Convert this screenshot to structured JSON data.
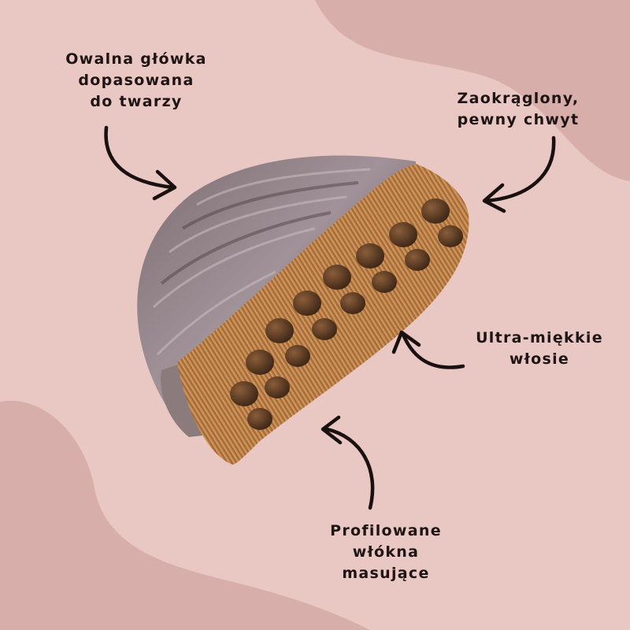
{
  "colors": {
    "background": "#e9c7c3",
    "blob": "#d7aeaa",
    "text": "#1f1414",
    "arrow": "#1a1010",
    "handle": "#6e5f64",
    "bristles": "#b37a45",
    "nubs": "#5b3a22"
  },
  "callouts": {
    "oval_head": [
      "Owalna główka",
      "dopasowana",
      "do twarzy"
    ],
    "grip": [
      "Zaokrąglony,",
      "pewny chwyt"
    ],
    "soft_bristles": [
      "Ultra-miękkie",
      "włosie"
    ],
    "massage_fibers": [
      "Profilowane",
      "włókna",
      "masujące"
    ]
  },
  "icons": {
    "arrows": [
      "curved-arrow-icon",
      "curved-arrow-icon",
      "curved-arrow-icon",
      "curved-arrow-icon"
    ]
  }
}
